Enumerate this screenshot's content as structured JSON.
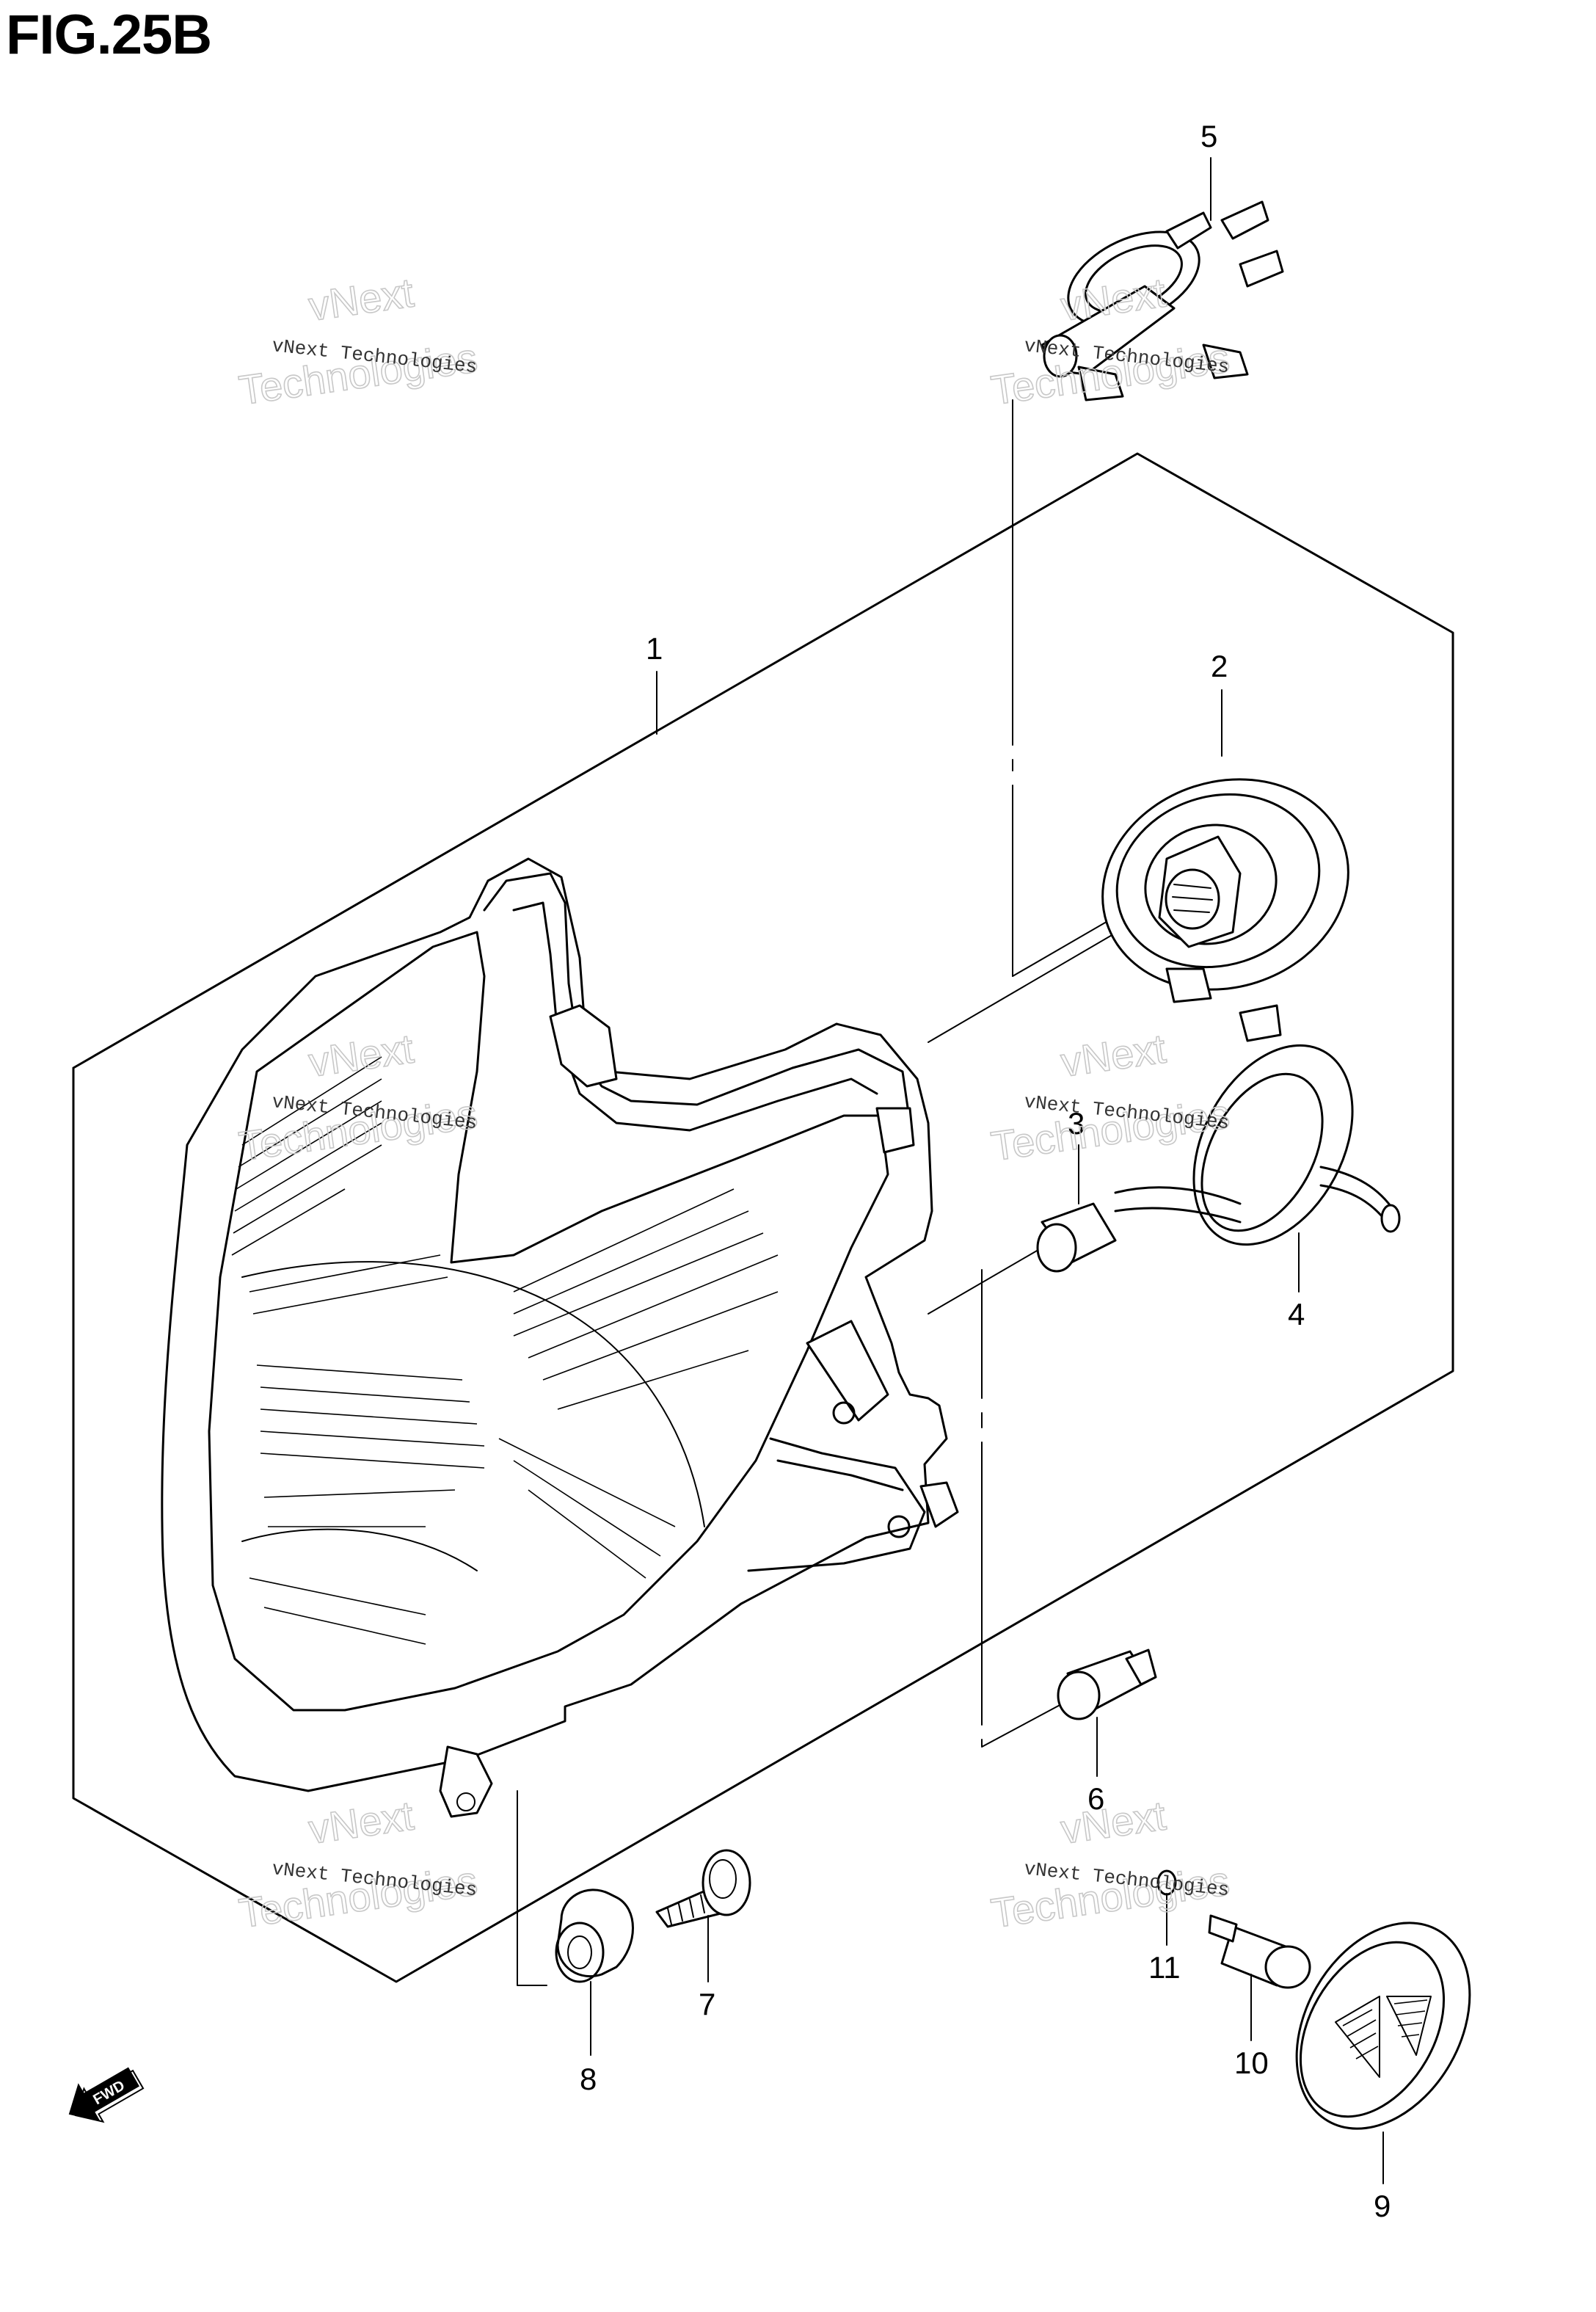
{
  "figure": {
    "title": "FIG.25B"
  },
  "callouts": {
    "c1": "1",
    "c2": "2",
    "c3": "3",
    "c4": "4",
    "c5": "5",
    "c6": "6",
    "c7": "7",
    "c8": "8",
    "c9": "9",
    "c10": "10",
    "c11": "11"
  },
  "watermark": {
    "text_small": "vNext Technologies",
    "text_large_1": "vNext",
    "text_large_2": "Technologies"
  },
  "fwd_badge": {
    "label": "FWD"
  }
}
